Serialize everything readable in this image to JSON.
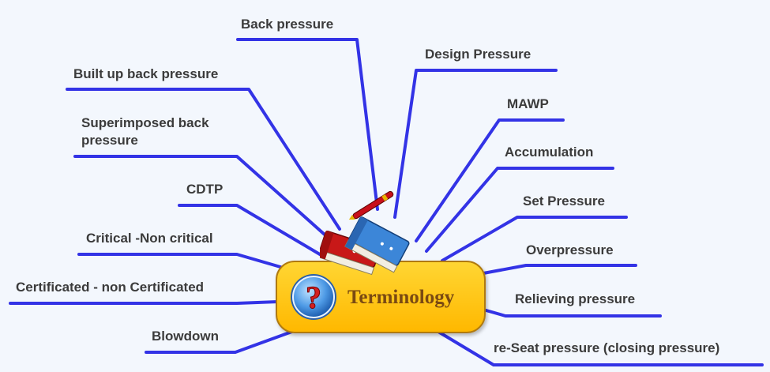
{
  "center": {
    "title": "Terminology"
  },
  "branches": [
    {
      "id": "back-pressure",
      "label": "Back pressure"
    },
    {
      "id": "design-pressure",
      "label": "Design Pressure"
    },
    {
      "id": "built-up-back-pressure",
      "label": "Built up back pressure"
    },
    {
      "id": "mawp",
      "label": "MAWP"
    },
    {
      "id": "superimposed-back-pressure",
      "label": "Superimposed back pressure"
    },
    {
      "id": "accumulation",
      "label": "Accumulation"
    },
    {
      "id": "cdtp",
      "label": "CDTP"
    },
    {
      "id": "set-pressure",
      "label": "Set Pressure"
    },
    {
      "id": "critical-non-critical",
      "label": "Critical -Non critical"
    },
    {
      "id": "overpressure",
      "label": "Overpressure"
    },
    {
      "id": "certificated",
      "label": "Certificated - non Certificated"
    },
    {
      "id": "relieving-pressure",
      "label": "Relieving pressure"
    },
    {
      "id": "blowdown",
      "label": "Blowdown"
    },
    {
      "id": "reseat-pressure",
      "label": "re-Seat pressure (closing pressure)"
    }
  ],
  "colors": {
    "branch_line": "#3333e6",
    "center_fill": "#ffc800",
    "center_text": "#7a4a12"
  },
  "icons": {
    "center": "question-mark-icon",
    "books": "books-icon",
    "pen": "pen-icon"
  }
}
